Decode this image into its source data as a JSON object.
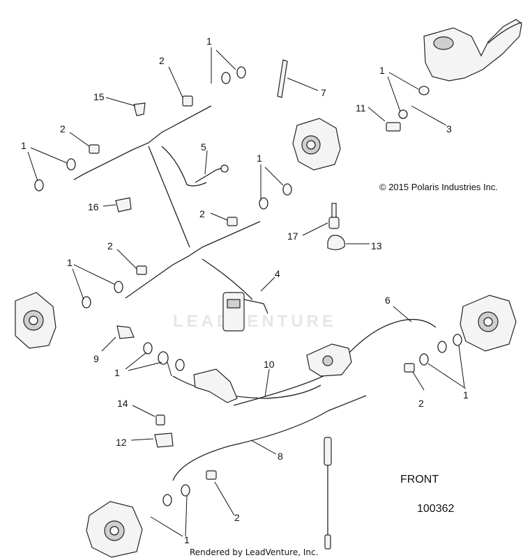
{
  "copyright": "© 2015 Polaris Industries Inc.",
  "front_label": "FRONT",
  "diagram_number": "100362",
  "render_credit": "Rendered by LeadVenture, Inc.",
  "watermark": "LEADVENTURE",
  "callouts": [
    "1",
    "1",
    "1",
    "1",
    "1",
    "1",
    "1",
    "1",
    "2",
    "2",
    "2",
    "2",
    "2",
    "2",
    "3",
    "4",
    "5",
    "6",
    "7",
    "8",
    "9",
    "10",
    "11",
    "12",
    "13",
    "14",
    "15",
    "16",
    "17"
  ]
}
